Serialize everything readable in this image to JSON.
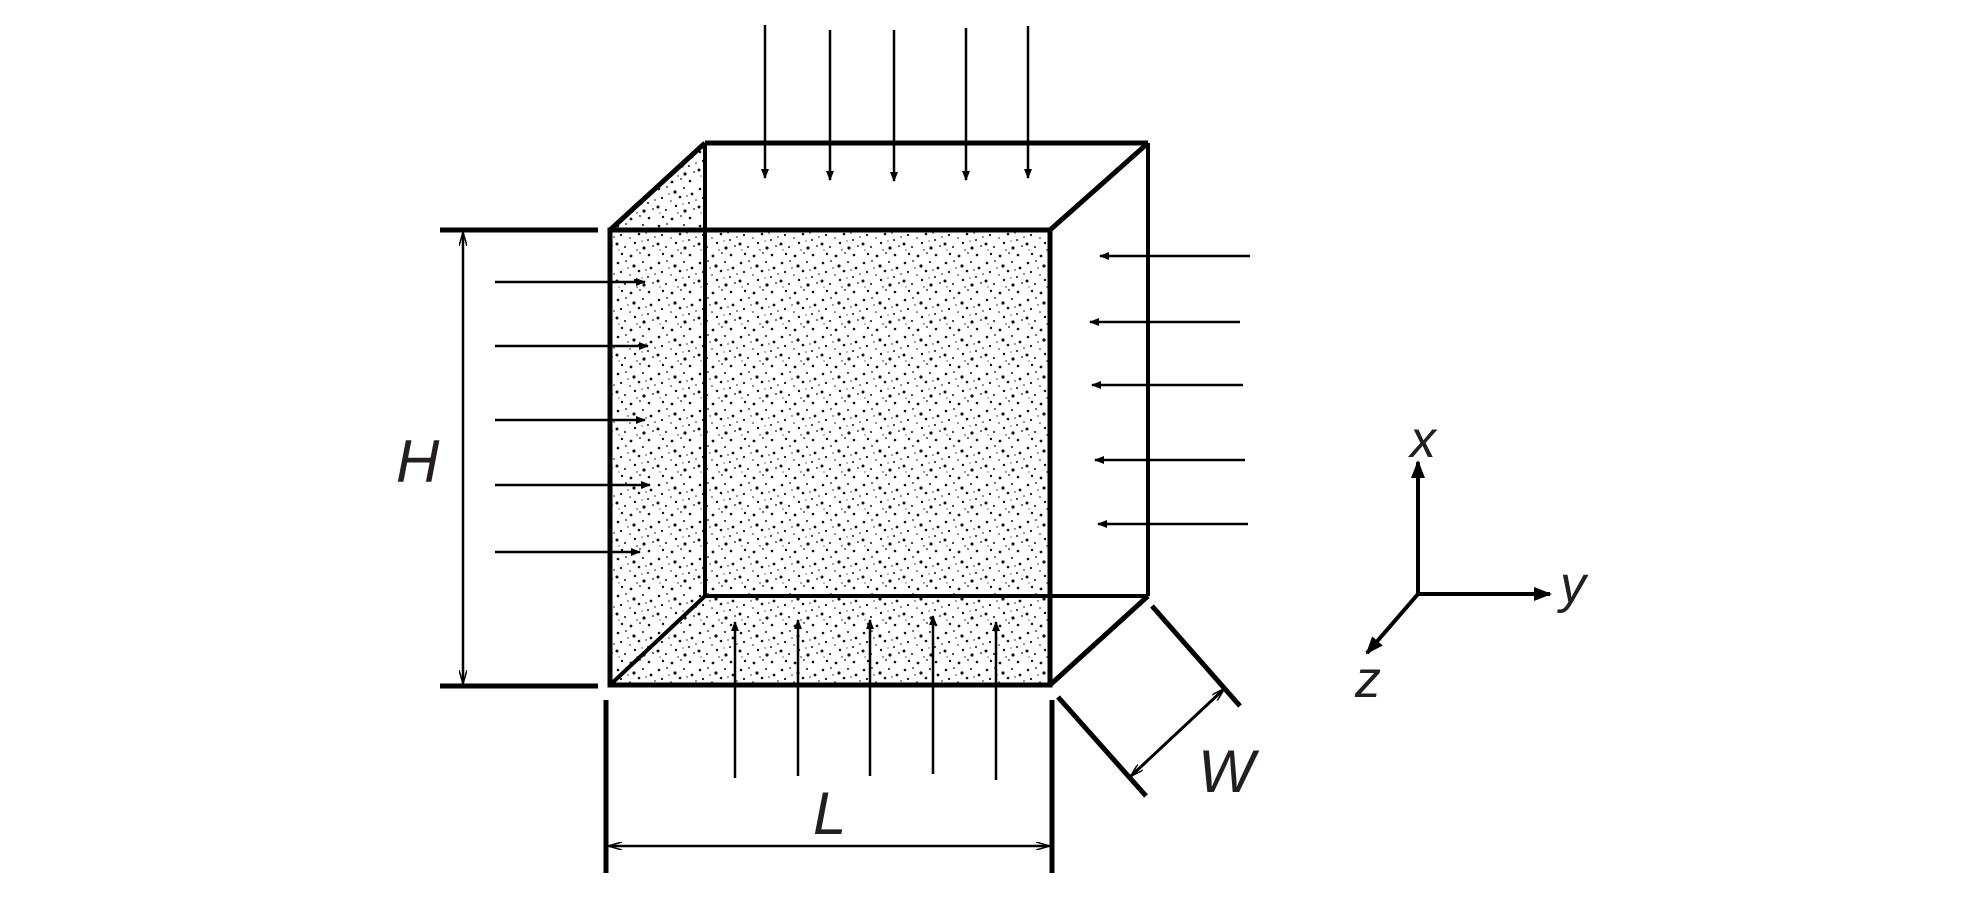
{
  "dimensions": {
    "height_label": "H",
    "length_label": "L",
    "width_label": "W"
  },
  "axes": {
    "x_label": "x",
    "y_label": "y",
    "z_label": "z"
  },
  "colors": {
    "line": "#000000",
    "text": "#231f20",
    "background": "#ffffff"
  },
  "loading": {
    "top_arrows": 5,
    "bottom_arrows": 5,
    "left_arrows": 5,
    "right_arrows": 5
  }
}
